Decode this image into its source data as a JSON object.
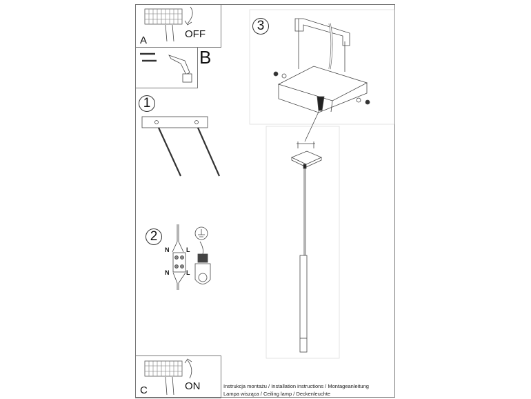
{
  "steps": {
    "a": {
      "letter": "A",
      "action": "OFF"
    },
    "b": {
      "letter": "B"
    },
    "c": {
      "letter": "C",
      "action": "ON"
    },
    "one": "1",
    "two": "2",
    "three": "3"
  },
  "wiring": {
    "n_top": "N",
    "l_top": "L",
    "n_bottom": "N",
    "l_bottom": "L"
  },
  "footer": {
    "line1": "Instrukcja montażu / Installation instructions / Montageanleitung",
    "line2": "Lampa wisząca / Ceiling lamp / Deckenleuchte"
  }
}
